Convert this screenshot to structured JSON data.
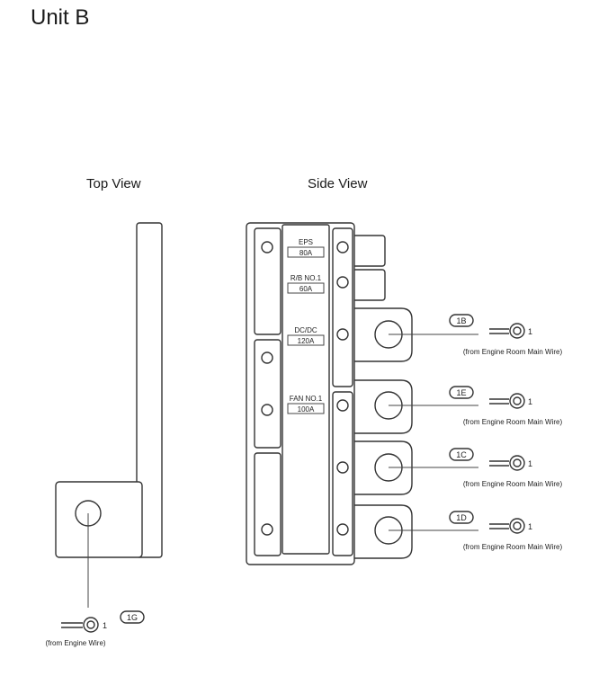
{
  "title": "Unit B",
  "views": {
    "top": "Top View",
    "side": "Side View"
  },
  "fuses": [
    {
      "name": "EPS",
      "rating": "80A"
    },
    {
      "name": "R/B NO.1",
      "rating": "60A"
    },
    {
      "name": "DC/DC",
      "rating": "120A"
    },
    {
      "name": "FAN NO.1",
      "rating": "100A"
    }
  ],
  "connectors": [
    {
      "code": "1B",
      "pin": "1",
      "source": "(from Engine Room Main Wire)"
    },
    {
      "code": "1E",
      "pin": "1",
      "source": "(from Engine Room Main Wire)"
    },
    {
      "code": "1C",
      "pin": "1",
      "source": "(from Engine Room Main Wire)"
    },
    {
      "code": "1D",
      "pin": "1",
      "source": "(from Engine Room Main Wire)"
    }
  ],
  "top_connector": {
    "code": "1G",
    "pin": "1",
    "source": "(from Engine Wire)"
  }
}
